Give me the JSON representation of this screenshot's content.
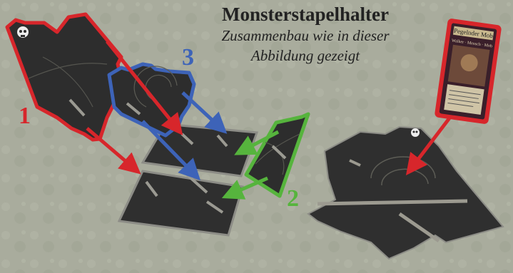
{
  "title": "Monsterstapelhalter",
  "subtitle_line1": "Zusammenbau wie in dieser",
  "subtitle_line2": "Abbildung gezeigt",
  "labels": {
    "one": "1",
    "two": "2",
    "three": "3"
  },
  "card": {
    "name": "Pegelnder Mob",
    "subtitle": "Walker · Mensch · Mob"
  },
  "colors": {
    "red": "#d7262b",
    "green": "#56b43d",
    "blue": "#3d63b8",
    "piece_dark": "#2d2d2d",
    "background": "#a7aa9b"
  },
  "icons": [
    "skull-icon"
  ]
}
